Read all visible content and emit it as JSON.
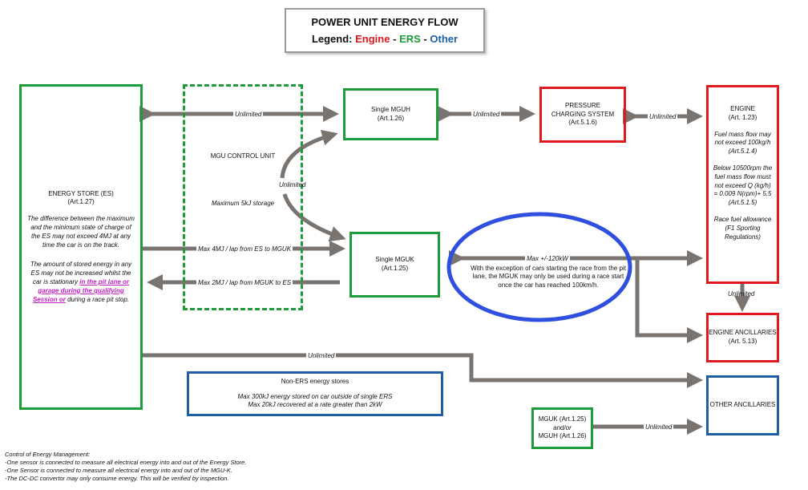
{
  "title": "POWER UNIT ENERGY FLOW",
  "legend": {
    "prefix": "Legend:",
    "engine": "Engine",
    "sep": "-",
    "ers": "ERS",
    "other": "Other"
  },
  "colors": {
    "engine": "#e0191f",
    "ers": "#1e9c3c",
    "other": "#1f5fa8",
    "arrow": "#7a7470",
    "highlight": "#2f4fe0"
  },
  "es": {
    "title": "ENERGY STORE (ES)",
    "art": "(Art.1.27)",
    "p1": "The difference between the maximum and the minimum state of charge of the ES may not exceed 4MJ at any time the car is on the track.",
    "p2a": "The amount of stored energy in any ES may not be increased whilst the car is stationary",
    "p2link": "in the pit lane or garage during the qualifying Session or",
    "p2b": "during a race pit stop."
  },
  "mgu_cu": {
    "title": "MGU CONTROL UNIT",
    "storage": "Maximum 5kJ storage"
  },
  "mguh": {
    "title": "Single MGUH",
    "art": "(Art.1.26)"
  },
  "mguk": {
    "title": "Single MGUK",
    "art": "(Art.1.25)"
  },
  "pcs": {
    "title": "PRESSURE CHARGING SYSTEM",
    "art": "(Art.5.1.6)"
  },
  "engine": {
    "title": "ENGINE",
    "art": "(Art. 1.23)",
    "p1": "Fuel mass flow may not exceed 100kg/h (Art.5.1.4)",
    "p2": "Below 10500rpm the fuel mass flow must not exceed Q (kg/h) = 0.009 N(rpm)+ 5.5 (Art.5.1.5)",
    "p3": "Race fuel allowance (F1 Sporting Regulations)"
  },
  "eng_anc": {
    "title": "ENGINE ANCILLARIES",
    "art": "(Art. 5.13)"
  },
  "other_anc": {
    "title": "OTHER ANCILLARIES"
  },
  "nonERS": {
    "title": "Non-ERS energy stores",
    "l1": "Max 300kJ energy stored on car outside of single ERS",
    "l2": "Max 20kJ recovered at a rate greater than 2kW"
  },
  "mguk_mguh": {
    "l1": "MGUK (Art.1.25)",
    "l2": "and/or",
    "l3": "MGUH (Art.1.26)"
  },
  "labels": {
    "unlimited": "Unlimited",
    "es_to_mguk": "Max 4MJ / lap from ES to MGUK",
    "mguk_to_es": "Max 2MJ / lap from MGUK to ES",
    "mguk_power": "Max +/-120kW",
    "mguk_note": "With the exception of cars starting the race from the pit lane, the MGUK may only be used during a race start once the car has reached 100km/h."
  },
  "footer": {
    "title": "Control of Energy Management:",
    "l1": "-One sensor is connected to measure all electrical energy into and out of the Energy Store.",
    "l2": "-One Sensor is connected to measure all electrical energy into and out of the MGU-K.",
    "l3": "-The DC-DC convertor may only consume energy.  This will be verified by inspection."
  }
}
